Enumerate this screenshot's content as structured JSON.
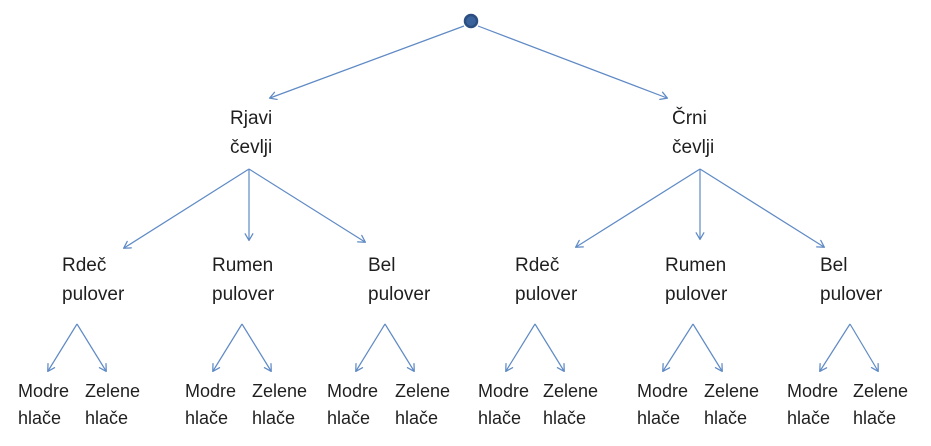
{
  "colors": {
    "line": "#5f8ac5",
    "root_fill": "#3a639c",
    "root_border": "#2c4e80",
    "text": "#1f1f1f"
  },
  "tree": {
    "root": {
      "name": "start-dot"
    },
    "branches": [
      {
        "label": {
          "line1": "Rjavi",
          "line2": "čevlji"
        },
        "children": [
          {
            "label": {
              "line1": "Rdeč",
              "line2": "pulover"
            },
            "children": [
              {
                "line1": "Modre",
                "line2": "hlače"
              },
              {
                "line1": "Zelene",
                "line2": "hlače"
              }
            ]
          },
          {
            "label": {
              "line1": "Rumen",
              "line2": "pulover"
            },
            "children": [
              {
                "line1": "Modre",
                "line2": "hlače"
              },
              {
                "line1": "Zelene",
                "line2": "hlače"
              }
            ]
          },
          {
            "label": {
              "line1": "Bel",
              "line2": "pulover"
            },
            "children": [
              {
                "line1": "Modre",
                "line2": "hlače"
              },
              {
                "line1": "Zelene",
                "line2": "hlače"
              }
            ]
          }
        ]
      },
      {
        "label": {
          "line1": "Črni",
          "line2": "čevlji"
        },
        "children": [
          {
            "label": {
              "line1": "Rdeč",
              "line2": "pulover"
            },
            "children": [
              {
                "line1": "Modre",
                "line2": "hlače"
              },
              {
                "line1": "Zelene",
                "line2": "hlače"
              }
            ]
          },
          {
            "label": {
              "line1": "Rumen",
              "line2": "pulover"
            },
            "children": [
              {
                "line1": "Modre",
                "line2": "hlače"
              },
              {
                "line1": "Zelene",
                "line2": "hlače"
              }
            ]
          },
          {
            "label": {
              "line1": "Bel",
              "line2": "pulover"
            },
            "children": [
              {
                "line1": "Modre",
                "line2": "hlače"
              },
              {
                "line1": "Zelene",
                "line2": "hlače"
              }
            ]
          }
        ]
      }
    ]
  }
}
